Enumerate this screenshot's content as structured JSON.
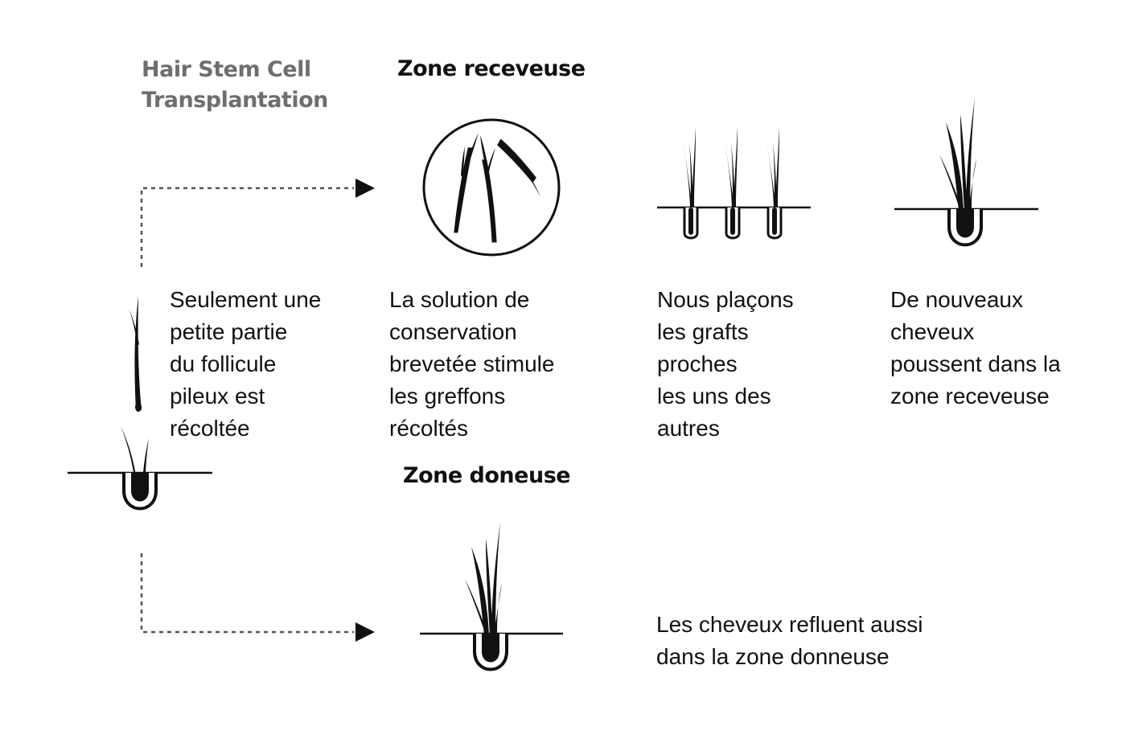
{
  "title": {
    "line1": "Hair Stem Cell",
    "line2": "Transplantation"
  },
  "recipient_heading": "Zone receveuse",
  "donor_heading": "Zone doneuse",
  "captions": {
    "harvest": [
      "Seulement une",
      "petite partie",
      "du follicule",
      "pileux est",
      "récoltée"
    ],
    "solution": [
      "La solution de",
      "conservation",
      "brevetée stimule",
      "les greffons",
      "récoltés"
    ],
    "placement": [
      "Nous plaçons",
      "les grafts",
      "proches",
      "les uns des",
      "autres"
    ],
    "regrowth": [
      "De nouveaux",
      "cheveux",
      "poussent dans la",
      "zone receveuse"
    ],
    "donor_regrowth": [
      "Les cheveux refluent aussi",
      "dans la zone donneuse"
    ]
  },
  "colors": {
    "title": "#6e6e6e",
    "ink": "#111111",
    "dash": "#555555"
  }
}
